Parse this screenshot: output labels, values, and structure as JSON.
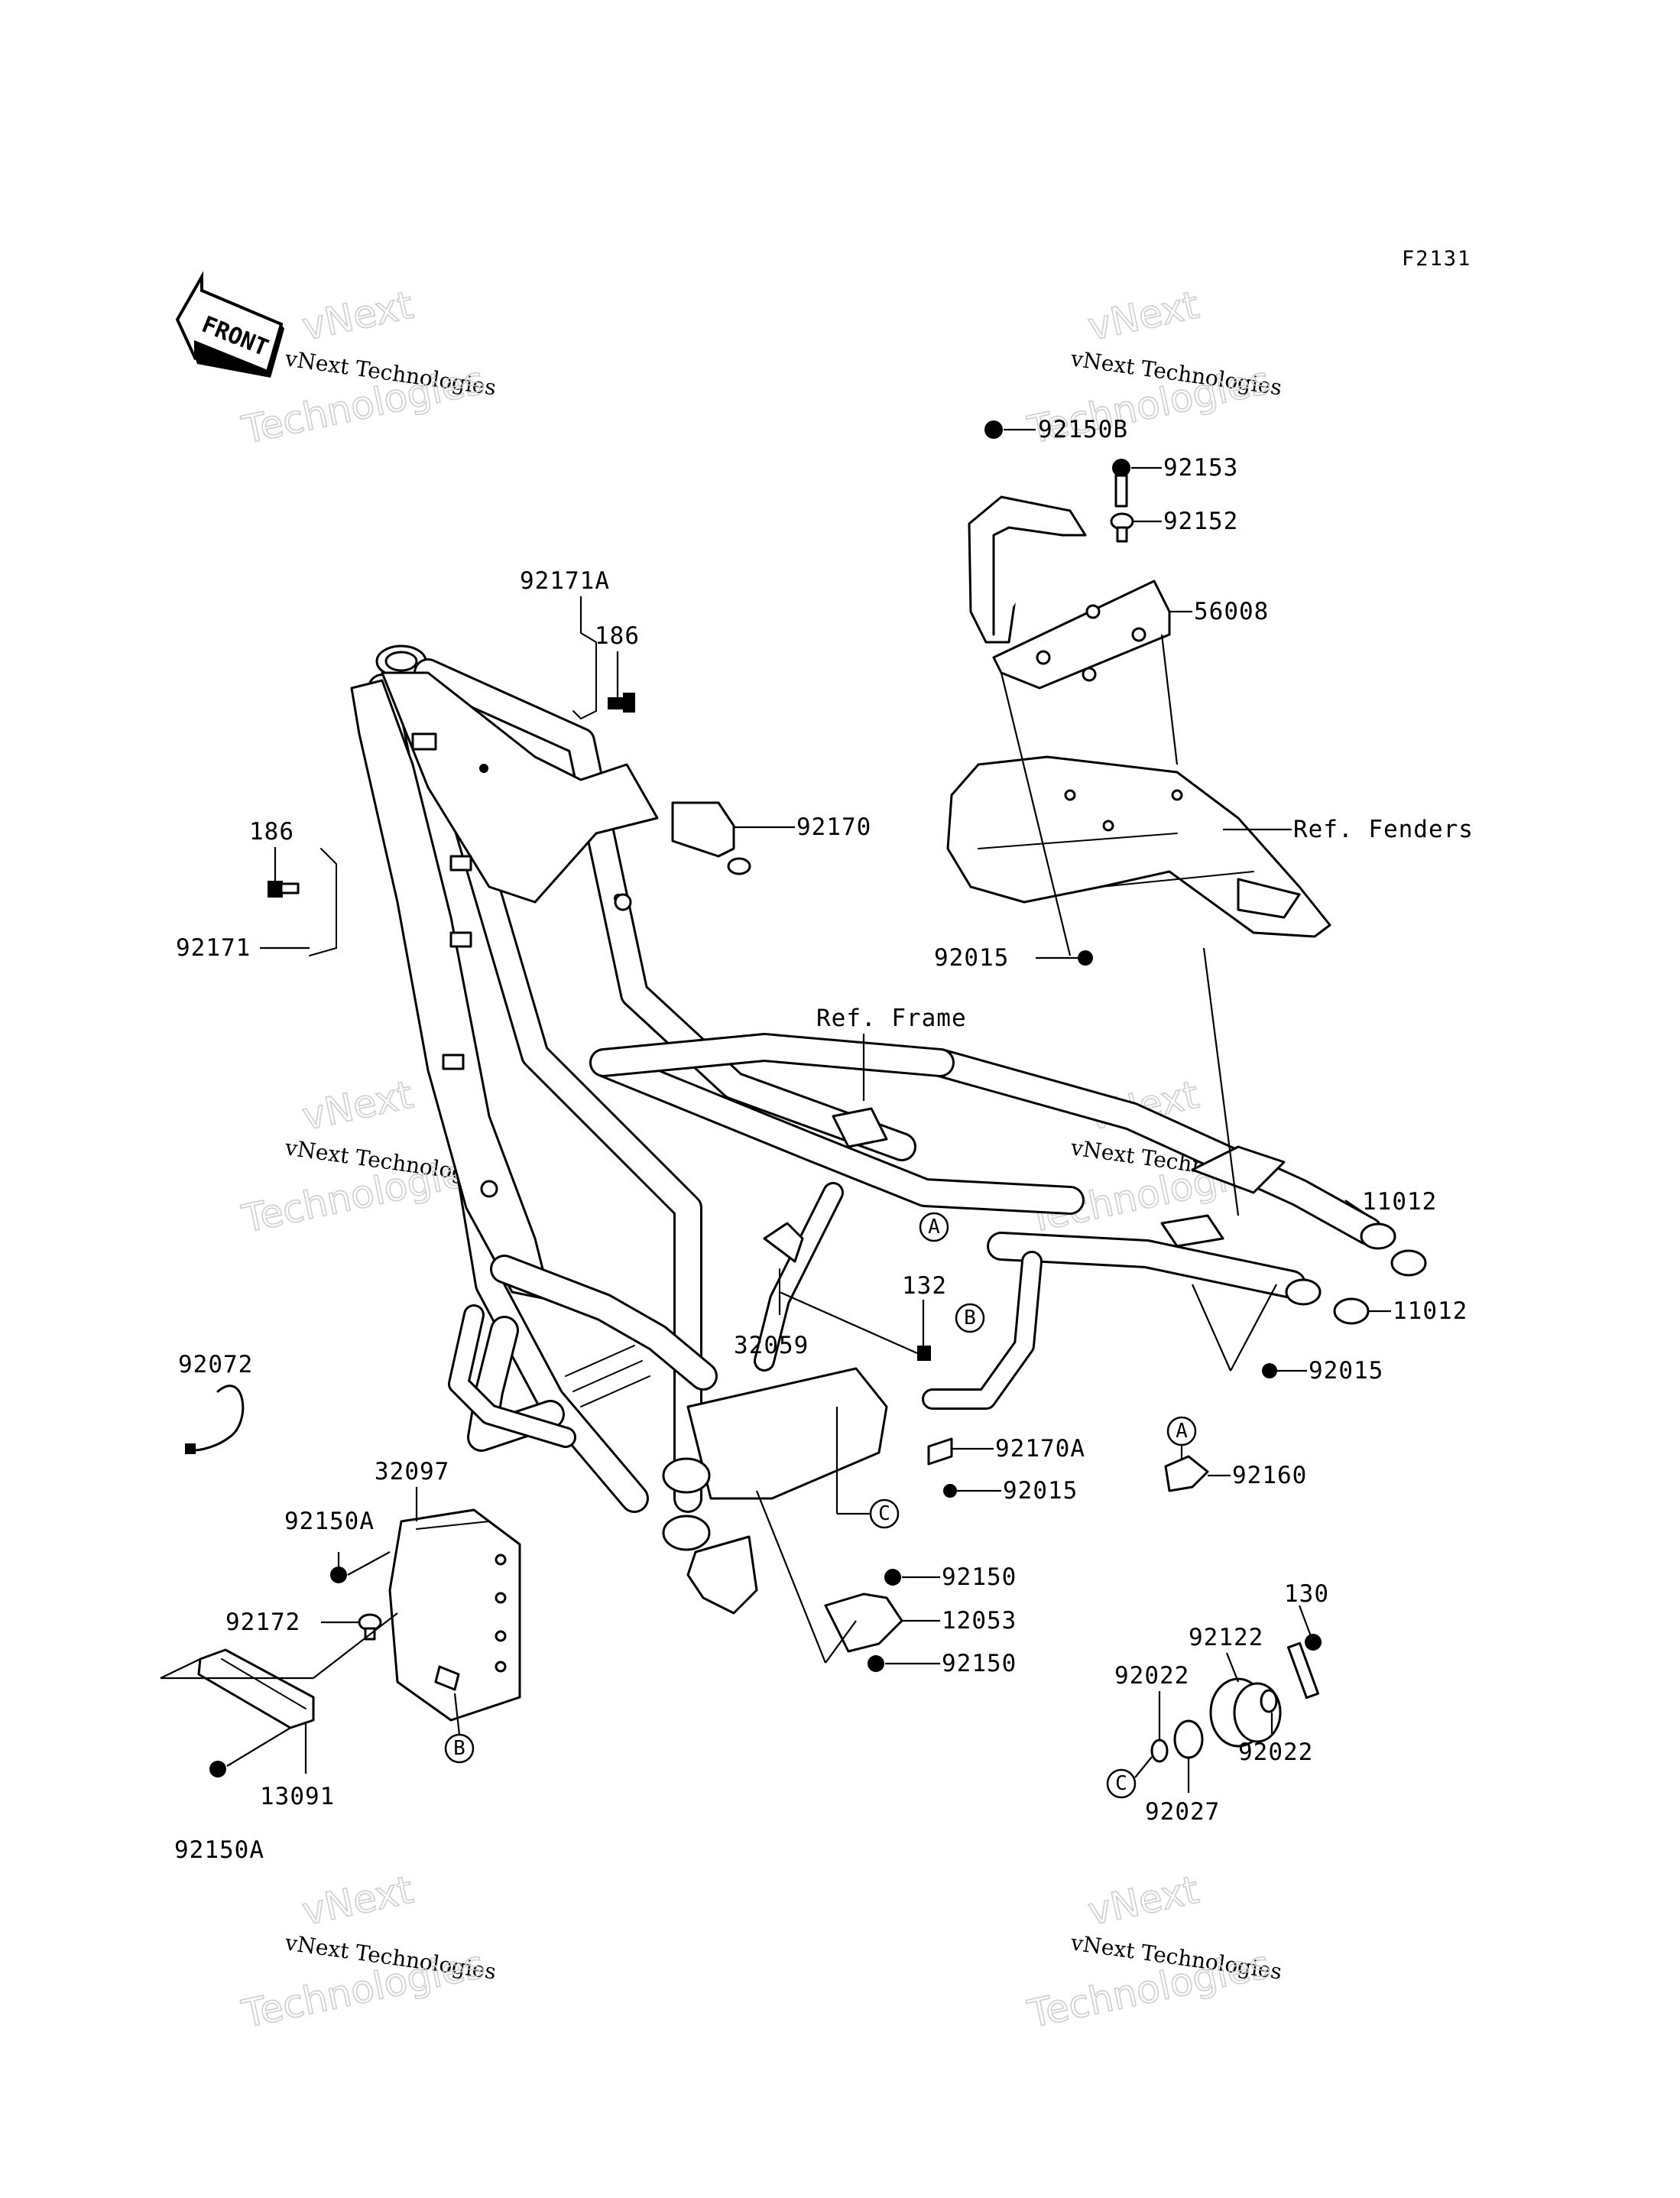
{
  "figure_code": "F2131",
  "front_arrow_label": "FRONT",
  "watermark": {
    "line1": "vNext",
    "line2": "vNext Technologies",
    "line3": "Technologies"
  },
  "part_labels": [
    "92150B",
    "92153",
    "92152",
    "56008",
    "Ref. Fenders",
    "92015",
    "92171A",
    "186",
    "186",
    "92171",
    "92170",
    "Ref. Frame",
    "11012",
    "11012",
    "92015",
    "132",
    "32059",
    "92072",
    "92170A",
    "92015",
    "92160",
    "32097",
    "92150A",
    "92172",
    "13091",
    "92150A",
    "92150",
    "12053",
    "92150",
    "130",
    "92122",
    "92022",
    "92022",
    "92027"
  ],
  "callouts": [
    "A",
    "B",
    "C",
    "B",
    "A",
    "C"
  ]
}
